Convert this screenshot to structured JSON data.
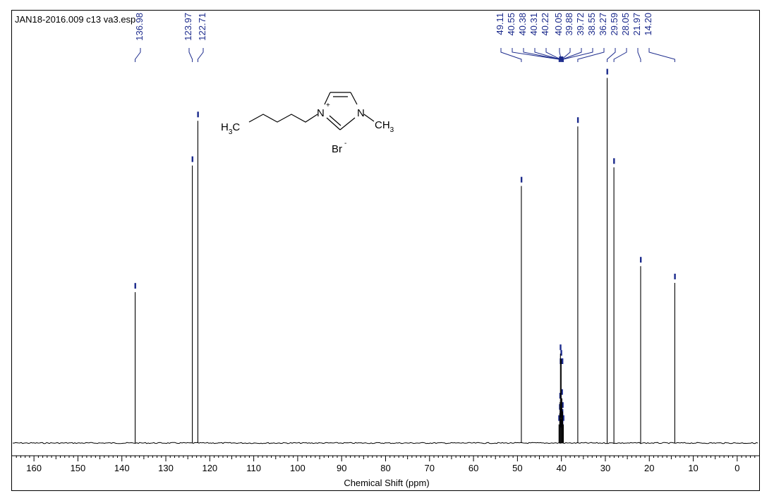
{
  "file_title": "JAN18-2016.009 c13 va3.esp",
  "chart_data": {
    "type": "line",
    "xlabel": "Chemical Shift (ppm)",
    "xlim": [
      165,
      -5
    ],
    "x_reversed": true,
    "x_ticks": [
      160,
      150,
      140,
      130,
      120,
      110,
      100,
      90,
      80,
      70,
      60,
      50,
      40,
      30,
      20,
      10,
      0
    ],
    "y_axis_shown": false,
    "peaks": [
      {
        "ppm": 136.98,
        "intensity": 0.405
      },
      {
        "ppm": 123.97,
        "intensity": 0.745
      },
      {
        "ppm": 122.71,
        "intensity": 0.865
      },
      {
        "ppm": 49.11,
        "intensity": 0.69
      },
      {
        "ppm": 40.55,
        "intensity": 0.05
      },
      {
        "ppm": 40.38,
        "intensity": 0.08
      },
      {
        "ppm": 40.31,
        "intensity": 0.11
      },
      {
        "ppm": 40.22,
        "intensity": 0.24
      },
      {
        "ppm": 40.05,
        "intensity": 0.225
      },
      {
        "ppm": 39.88,
        "intensity": 0.12
      },
      {
        "ppm": 39.72,
        "intensity": 0.085
      },
      {
        "ppm": 39.55,
        "intensity": 0.05
      },
      {
        "ppm": 36.27,
        "intensity": 0.85
      },
      {
        "ppm": 29.59,
        "intensity": 0.98
      },
      {
        "ppm": 28.05,
        "intensity": 0.74
      },
      {
        "ppm": 21.97,
        "intensity": 0.475
      },
      {
        "ppm": 14.2,
        "intensity": 0.43
      }
    ],
    "peak_labels": [
      "136.98",
      "123.97",
      "122.71",
      "49.11",
      "40.55",
      "40.38",
      "40.31",
      "40.22",
      "40.05",
      "39.88",
      "39.72",
      "38.55",
      "36.27",
      "29.59",
      "28.05",
      "21.97",
      "14.20"
    ],
    "peak_label_color": "#1b2a8c",
    "line_color": "#000000"
  },
  "molecule": {
    "h3c_main": "H",
    "h3c_sub": "3",
    "h3c_tail": "C",
    "n1": "N",
    "n1_charge": "+",
    "n3": "N",
    "ch3_main": "CH",
    "ch3_sub": "3",
    "counter_ion": "Br",
    "counter_charge": "-"
  }
}
